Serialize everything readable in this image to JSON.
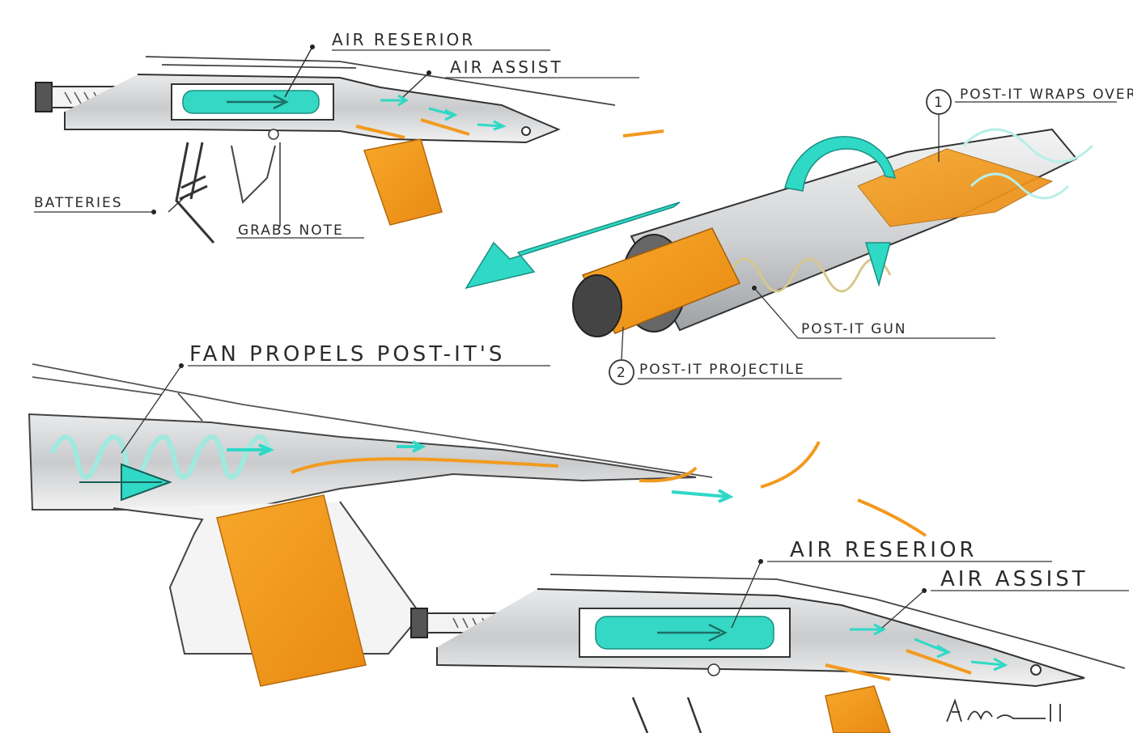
{
  "colors": {
    "ink": "#2b2b2b",
    "orange": "#f29a1f",
    "teal": "#2fd9c6",
    "grey": "#b9bcbf"
  },
  "sketch_top_left": {
    "label_air_reservoir": "AIR RESERIOR",
    "label_air_assist": "AIR ASSIST",
    "label_batteries": "BATTERIES",
    "label_grabs_note": "GRABS NOTE"
  },
  "sketch_tube": {
    "callout_1_number": "1",
    "callout_1_text": "POST-IT WRAPS OVER",
    "callout_2_number": "2",
    "callout_2_text": "POST-IT PROJECTILE",
    "label_gun": "POST-IT GUN"
  },
  "sketch_large": {
    "label_fan": "FAN PROPELS POST-IT'S"
  },
  "sketch_bottom_right": {
    "label_air_reservoir": "AIR RESERIOR",
    "label_air_assist": "AIR ASSIST"
  }
}
